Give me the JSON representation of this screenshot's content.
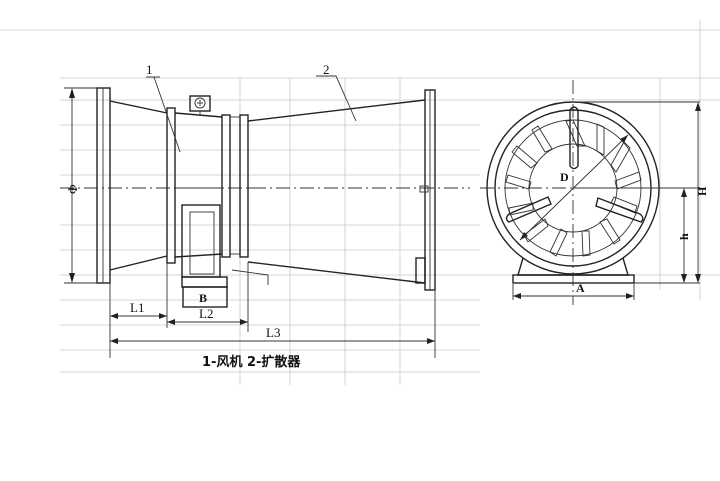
{
  "labels": {
    "part1": "1",
    "part2": "2",
    "phi": "Φ",
    "L1": "L1",
    "L2": "L2",
    "L3": "L3",
    "B": "B",
    "D": "D",
    "A": "A",
    "H": "H",
    "h": "h"
  },
  "caption": "1-风机  2-扩散器"
}
